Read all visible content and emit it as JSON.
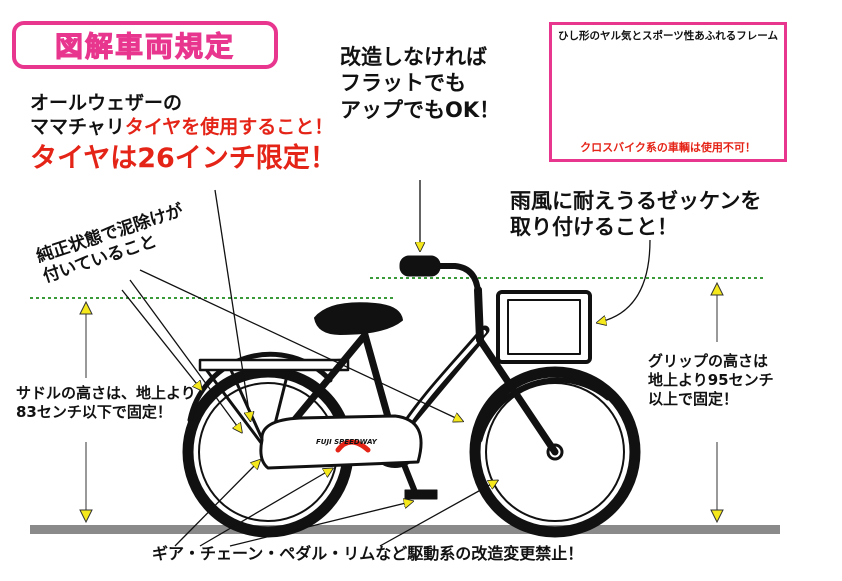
{
  "title": "図解車両規定",
  "notes": {
    "tire_line1": "オールウェザーの",
    "tire_line2a": "ママチャリ",
    "tire_line2b": "タイヤを使用すること！",
    "tire_line3": "タイヤは26インチ限定！",
    "modification": [
      "改造しなければ",
      "フラットでも",
      "アップでもOK！"
    ],
    "number_cloth": [
      "雨風に耐えうるゼッケンを",
      "取り付けること！"
    ],
    "fender": [
      "純正状態で泥除けが",
      "付いていること"
    ],
    "saddle": [
      "サドルの高さは、地上より",
      "83センチ以下で固定！"
    ],
    "grip": [
      "グリップの高さは",
      "地上より95センチ",
      "以上で固定！"
    ],
    "drivetrain": "ギア・チェーン・ペダル・リムなど駆動系の改造変更禁止！"
  },
  "cross_bike_box": {
    "top_text": "ひし形のヤル気とスポーツ性あふれるフレーム",
    "bottom_text": "クロスバイク系の車輌は使用不可！"
  },
  "frame_logo": "FUJI SPEEDWAY",
  "colors": {
    "accent_pink": "#e8368f",
    "warning_red": "#e52418",
    "arrow_yellow": "#f5e81c",
    "guide_green": "#3a9a3a",
    "cross_orange": "#f08a5d",
    "ground_gray": "#8a8a8a"
  }
}
